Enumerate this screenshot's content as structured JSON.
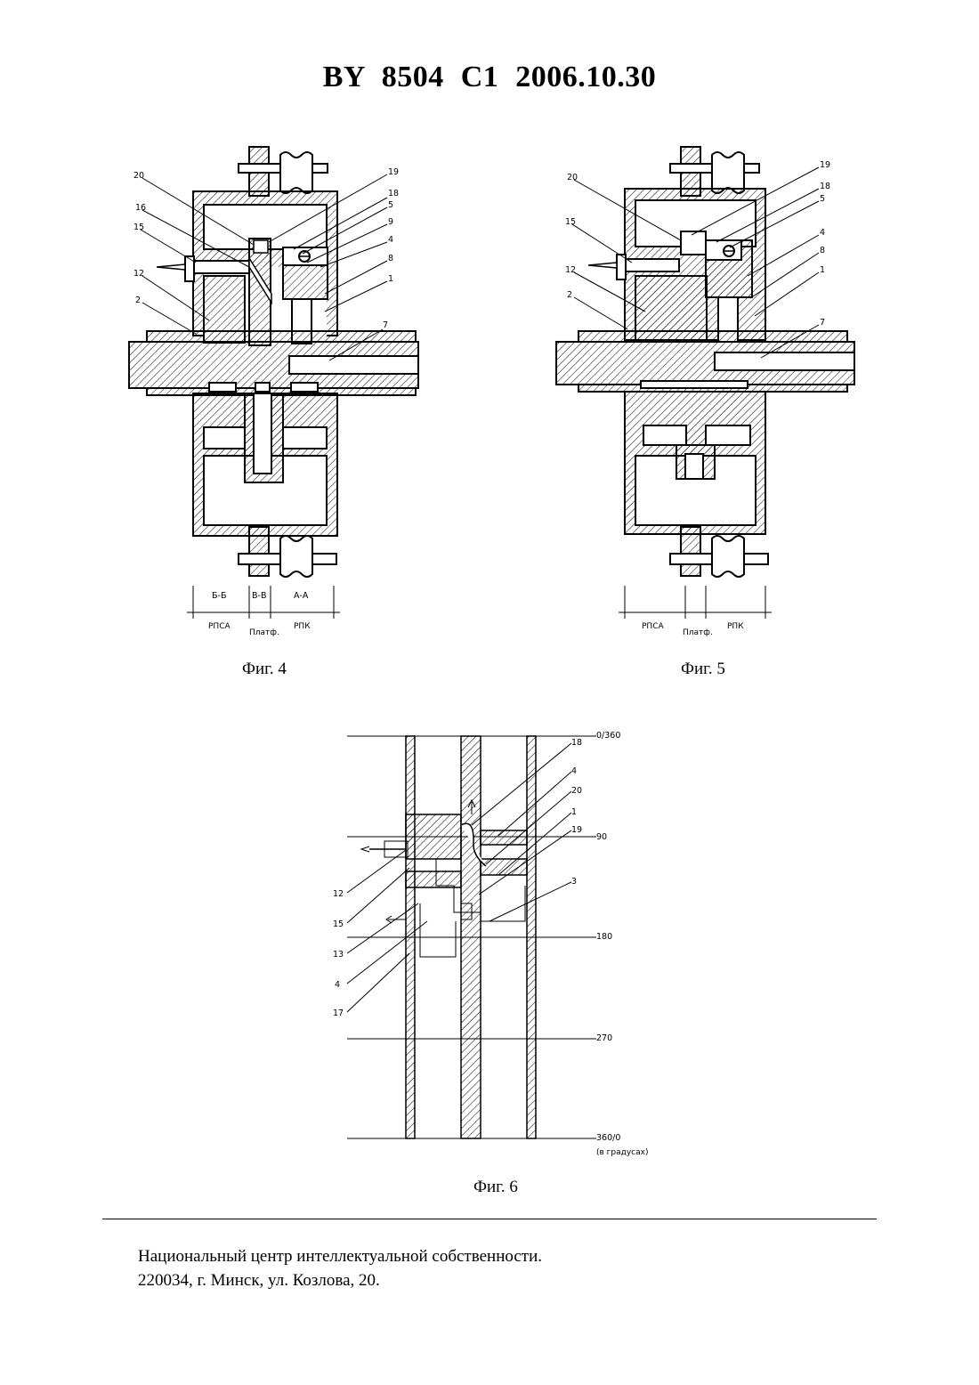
{
  "header": {
    "title": "BY 8504 C1 2006.10.30"
  },
  "figures": [
    {
      "caption": "Фиг. 4",
      "labels": [
        "20",
        "16",
        "15",
        "12",
        "2",
        "19",
        "18",
        "5",
        "9",
        "4",
        "8",
        "1",
        "7"
      ],
      "sections": [
        "Б-Б",
        "В-В",
        "А-А"
      ],
      "zones": [
        "РПСА",
        "Платф.",
        "РПК"
      ]
    },
    {
      "caption": "Фиг. 5",
      "labels": [
        "20",
        "15",
        "12",
        "2",
        "19",
        "18",
        "5",
        "4",
        "8",
        "1",
        "7"
      ],
      "zones": [
        "РПСА",
        "Платф.",
        "РПК"
      ]
    },
    {
      "caption": "Фиг. 6",
      "labels_right": [
        "18",
        "4",
        "20",
        "1",
        "19",
        "3"
      ],
      "labels_left": [
        "12",
        "15",
        "13",
        "4",
        "17"
      ],
      "angles": [
        "0/360",
        "90",
        "180",
        "270",
        "360/0"
      ],
      "angle_unit": "(в градусах)"
    }
  ],
  "footer": {
    "line1": "Национальный центр интеллектуальной собственности.",
    "line2": "220034, г. Минск, ул. Козлова, 20."
  }
}
